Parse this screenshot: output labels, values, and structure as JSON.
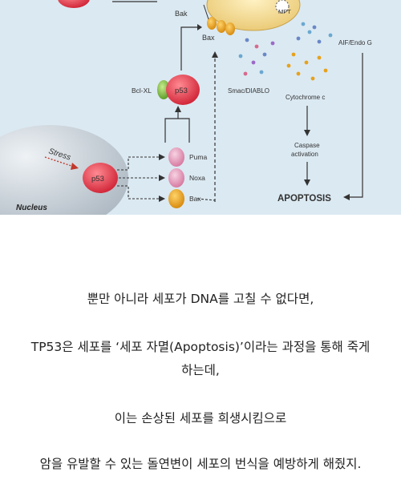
{
  "figure": {
    "labels": {
      "bak": "Bak",
      "mpt": "MPT",
      "bax_top": "Bax",
      "aif": "AIF/Endo G",
      "bclxl": "Bcl-XL",
      "p53_upper": "p53",
      "smac": "Smac/DIABLO",
      "cytochrome": "Cytochrome c",
      "caspase_line1": "Caspase",
      "caspase_line2": "activation",
      "stress": "Stress",
      "p53_nucleus": "p53",
      "puma": "Puma",
      "noxa": "Noxa",
      "bax_bottom": "Bax",
      "apoptosis": "APOPTOSIS",
      "nucleus": "Nucleus"
    },
    "colors": {
      "background": "#dbe9f2",
      "p53_red": "#e23b4a",
      "puma_pink": "#e7a3c0",
      "bax_orange": "#e6a21e",
      "bcl_green": "#86c348",
      "mito_yellow": "#f3d98e",
      "nucleus_gray": "#c3ccd4"
    }
  },
  "text": {
    "p1": "뿐만 아니라 세포가 DNA를 고칠 수 없다면,",
    "p2_line1": "TP53은 세포를 ‘세포 자멸(Apoptosis)’이라는 과정을 통해 죽게",
    "p2_line2": "하는데,",
    "p3": "이는 손상된 세포를 희생시킴으로",
    "p4": "암을 유발할 수 있는 돌연변이 세포의 번식을 예방하게 해줬지."
  }
}
